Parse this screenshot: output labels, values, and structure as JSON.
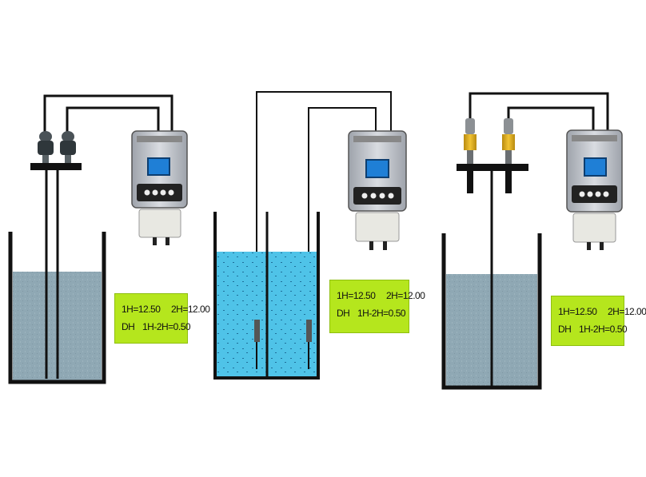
{
  "panels": [
    {
      "id": "left",
      "sensor_type": "dark-probe",
      "readout": {
        "l1a": "1H=12.50",
        "l1b": "2H=12.00",
        "l2a": "DH",
        "l2b": "1H-2H=0.50"
      }
    },
    {
      "id": "middle",
      "sensor_type": "submersible-sensor",
      "readout": {
        "l1a": "1H=12.50",
        "l1b": "2H=12.00",
        "l2a": "DH",
        "l2b": "1H-2H=0.50"
      }
    },
    {
      "id": "right",
      "sensor_type": "yellow-probe",
      "readout": {
        "l1a": "1H=12.50",
        "l1b": "2H=12.00",
        "l2a": "DH",
        "l2b": "1H-2H=0.50"
      }
    }
  ],
  "watermark": "",
  "colors": {
    "liquid_gray": "#8fa8b4",
    "liquid_blue": "#4fc3e8",
    "label_green": "#b5e61d",
    "controller_body": "#c9ccd3",
    "controller_screen": "#1f7fd6",
    "tank_black": "#111111"
  }
}
